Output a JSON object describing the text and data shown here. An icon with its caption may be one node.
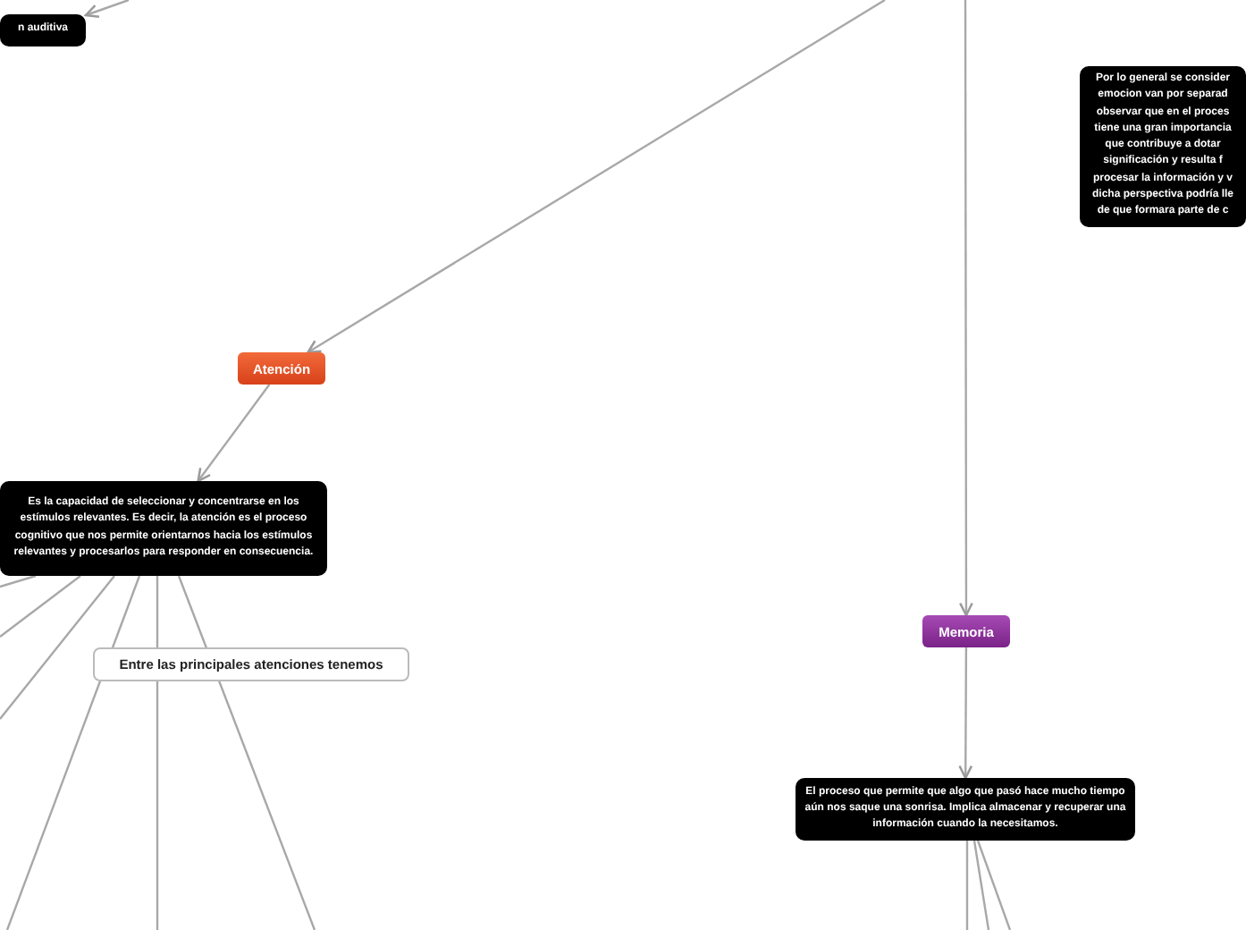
{
  "diagram": {
    "nodes": [
      {
        "text": [
          "n auditiva"
        ]
      },
      {
        "text": [
          "Atención"
        ]
      },
      {
        "text": [
          "Es la capacidad de seleccionar y concentrarse en los estímulos relevantes. Es decir, la atención es el proceso cognitivo que nos permite orientarnos hacia los estímulos relevantes y procesarlos para responder en consecuencia."
        ]
      },
      {
        "text": [
          "Entre las principales atenciones tenemos"
        ]
      },
      {
        "text": [
          "Por lo general se consider emocion van por separad observar que en el proces tiene una gran importancia que contribuye a dotar significación y resulta f procesar la información y v dicha perspectiva podría lle de que formara parte de c"
        ]
      },
      {
        "text": [
          "Memoria"
        ]
      },
      {
        "text": [
          "El proceso que permite que algo que pasó hace mucho tiempo aún nos saque una sonrisa. Implica almacenar y recuperar una información cuando la necesitamos."
        ]
      }
    ],
    "edges": [
      {
        "from": null,
        "to": 0,
        "arrow": "to"
      },
      {
        "from": null,
        "to": 1,
        "arrow": "to"
      },
      {
        "from": null,
        "to": 5,
        "arrow": "to"
      },
      {
        "from": 1,
        "to": 2,
        "arrow": "to"
      },
      {
        "from": 5,
        "to": 6,
        "arrow": "to"
      },
      {
        "from": 2,
        "to": null,
        "arrow": "none"
      },
      {
        "from": 2,
        "to": null,
        "arrow": "none"
      },
      {
        "from": 2,
        "to": null,
        "arrow": "none"
      },
      {
        "from": 2,
        "to": null,
        "arrow": "none"
      },
      {
        "from": 2,
        "to": null,
        "arrow": "none"
      },
      {
        "from": 2,
        "to": null,
        "arrow": "none"
      },
      {
        "from": 6,
        "to": null,
        "arrow": "none"
      },
      {
        "from": 6,
        "to": null,
        "arrow": "none"
      },
      {
        "from": 6,
        "to": null,
        "arrow": "none"
      }
    ]
  }
}
